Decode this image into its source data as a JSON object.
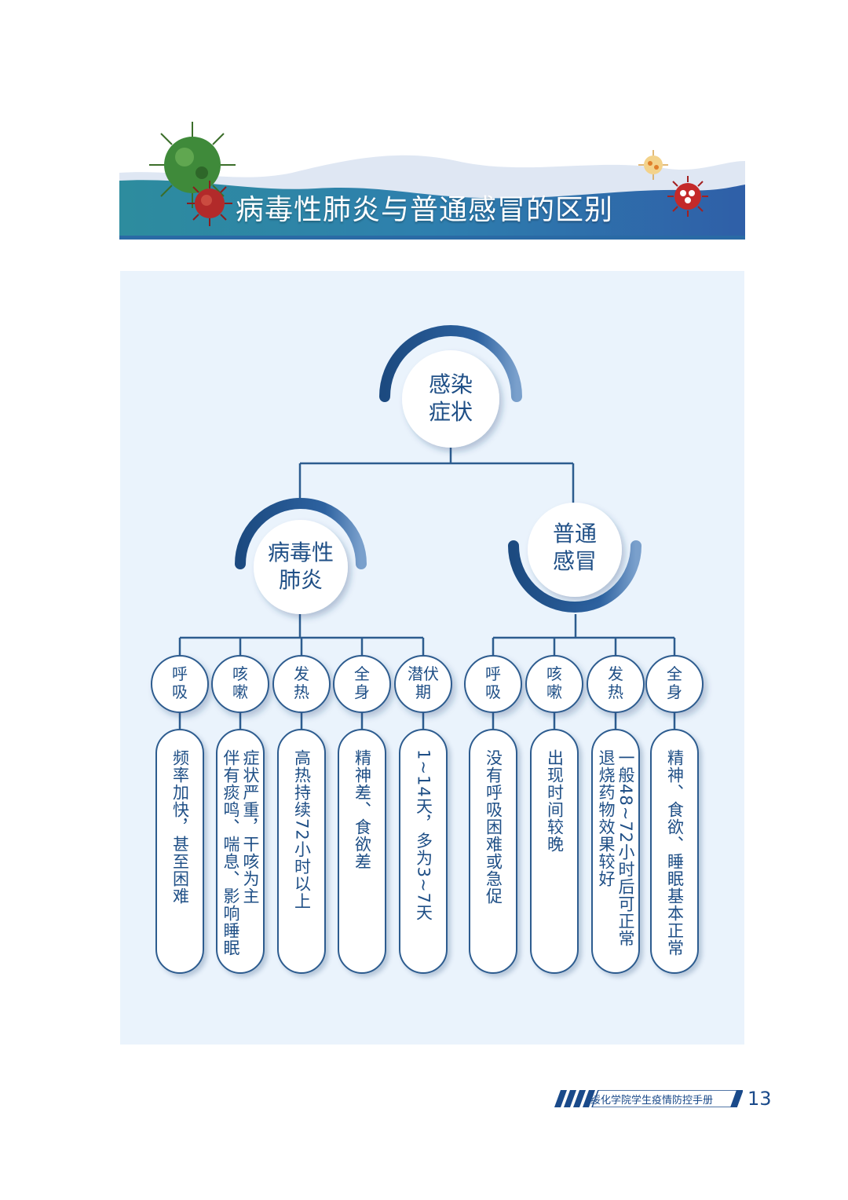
{
  "banner": {
    "title": "病毒性肺炎与普通感冒的区别"
  },
  "root": {
    "label_lines": [
      "感染",
      "症状"
    ]
  },
  "groups": [
    {
      "label_lines": [
        "病毒性",
        "肺炎"
      ],
      "categories": [
        {
          "label_lines": [
            "呼",
            "吸"
          ],
          "detail_cols": [
            "频率加快，甚至困难"
          ]
        },
        {
          "label_lines": [
            "咳",
            "嗽"
          ],
          "detail_cols": [
            "症状严重，干咳为主",
            "伴有痰鸣、喘息、影响睡眠"
          ]
        },
        {
          "label_lines": [
            "发",
            "热"
          ],
          "detail_cols": [
            "高热持续72小时以上"
          ]
        },
        {
          "label_lines": [
            "全",
            "身"
          ],
          "detail_cols": [
            "精神差、食欲差"
          ]
        },
        {
          "label_lines": [
            "潜伏",
            "期"
          ],
          "detail_cols": [
            "1~14天，多为3~7天"
          ]
        }
      ]
    },
    {
      "label_lines": [
        "普通",
        "感冒"
      ],
      "categories": [
        {
          "label_lines": [
            "呼",
            "吸"
          ],
          "detail_cols": [
            "没有呼吸困难或急促"
          ]
        },
        {
          "label_lines": [
            "咳",
            "嗽"
          ],
          "detail_cols": [
            "出现时间较晚"
          ]
        },
        {
          "label_lines": [
            "发",
            "热"
          ],
          "detail_cols": [
            "一般48~72小时后可正常",
            "退烧药物效果较好"
          ]
        },
        {
          "label_lines": [
            "全",
            "身"
          ],
          "detail_cols": [
            "精神、食欲、睡眠基本正常"
          ]
        }
      ]
    }
  ],
  "footer": {
    "text": "绥化学院学生疫情防控手册",
    "page": "13"
  },
  "colors": {
    "navy": "#1f4f86",
    "panel": "#eaf3fc",
    "banner_teal": "#2e8aa0",
    "banner_blue": "#2f5fa8"
  }
}
